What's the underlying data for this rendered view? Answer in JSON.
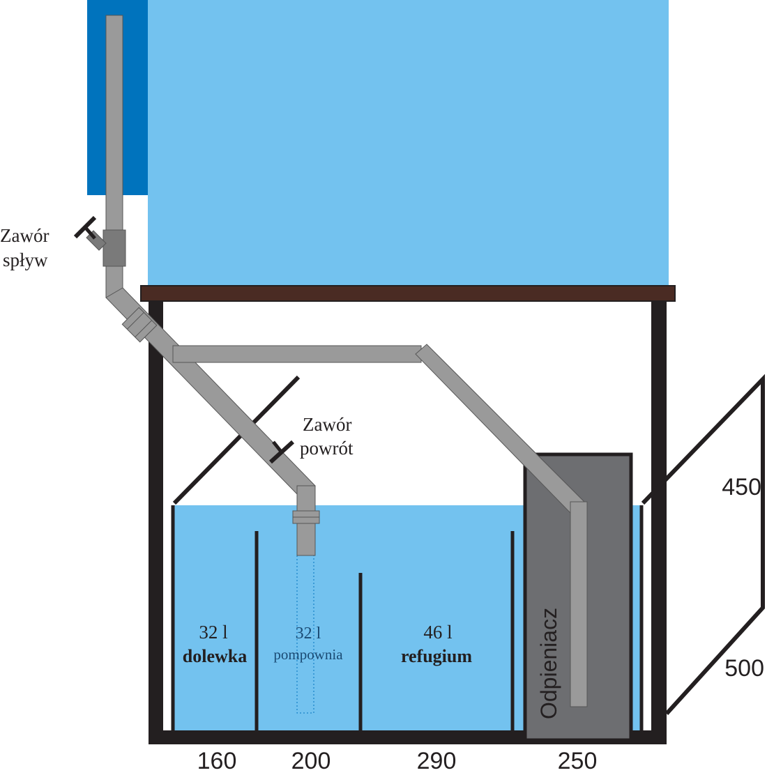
{
  "labels": {
    "valve_drain": [
      "Zawór",
      "spływ"
    ],
    "valve_return": [
      "Zawór",
      "powrót"
    ],
    "skimmer": "Odpieniacz",
    "chambers": [
      {
        "volume": "32 l",
        "name": "dolewka"
      },
      {
        "volume": "32 l",
        "name": "pompownia"
      },
      {
        "volume": "46 l",
        "name": "refugium"
      }
    ],
    "widths": [
      "160",
      "200",
      "290",
      "250"
    ],
    "height": "450",
    "depth": "500"
  },
  "colors": {
    "water": "#73c2ef",
    "overflow_box": "#0073bd",
    "pipe": "#9a9a9a",
    "pipe_dark": "#7a7a7a",
    "frame": "#231f20",
    "shelf": "#4a2b23",
    "skimmer": "#6d6e71"
  }
}
